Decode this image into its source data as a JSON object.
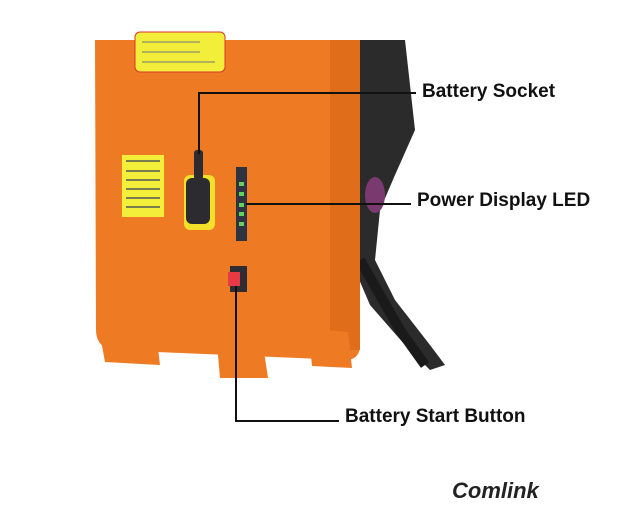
{
  "callouts": {
    "socket": "Battery Socket",
    "led": "Power Display LED",
    "start": "Battery Start Button"
  },
  "brand": "Comlink",
  "colors": {
    "case": "#ef7a22",
    "sticker": "#f4f03a",
    "strap": "#2a2a2a",
    "led": "#5fd35a",
    "button": "#e83a44"
  }
}
